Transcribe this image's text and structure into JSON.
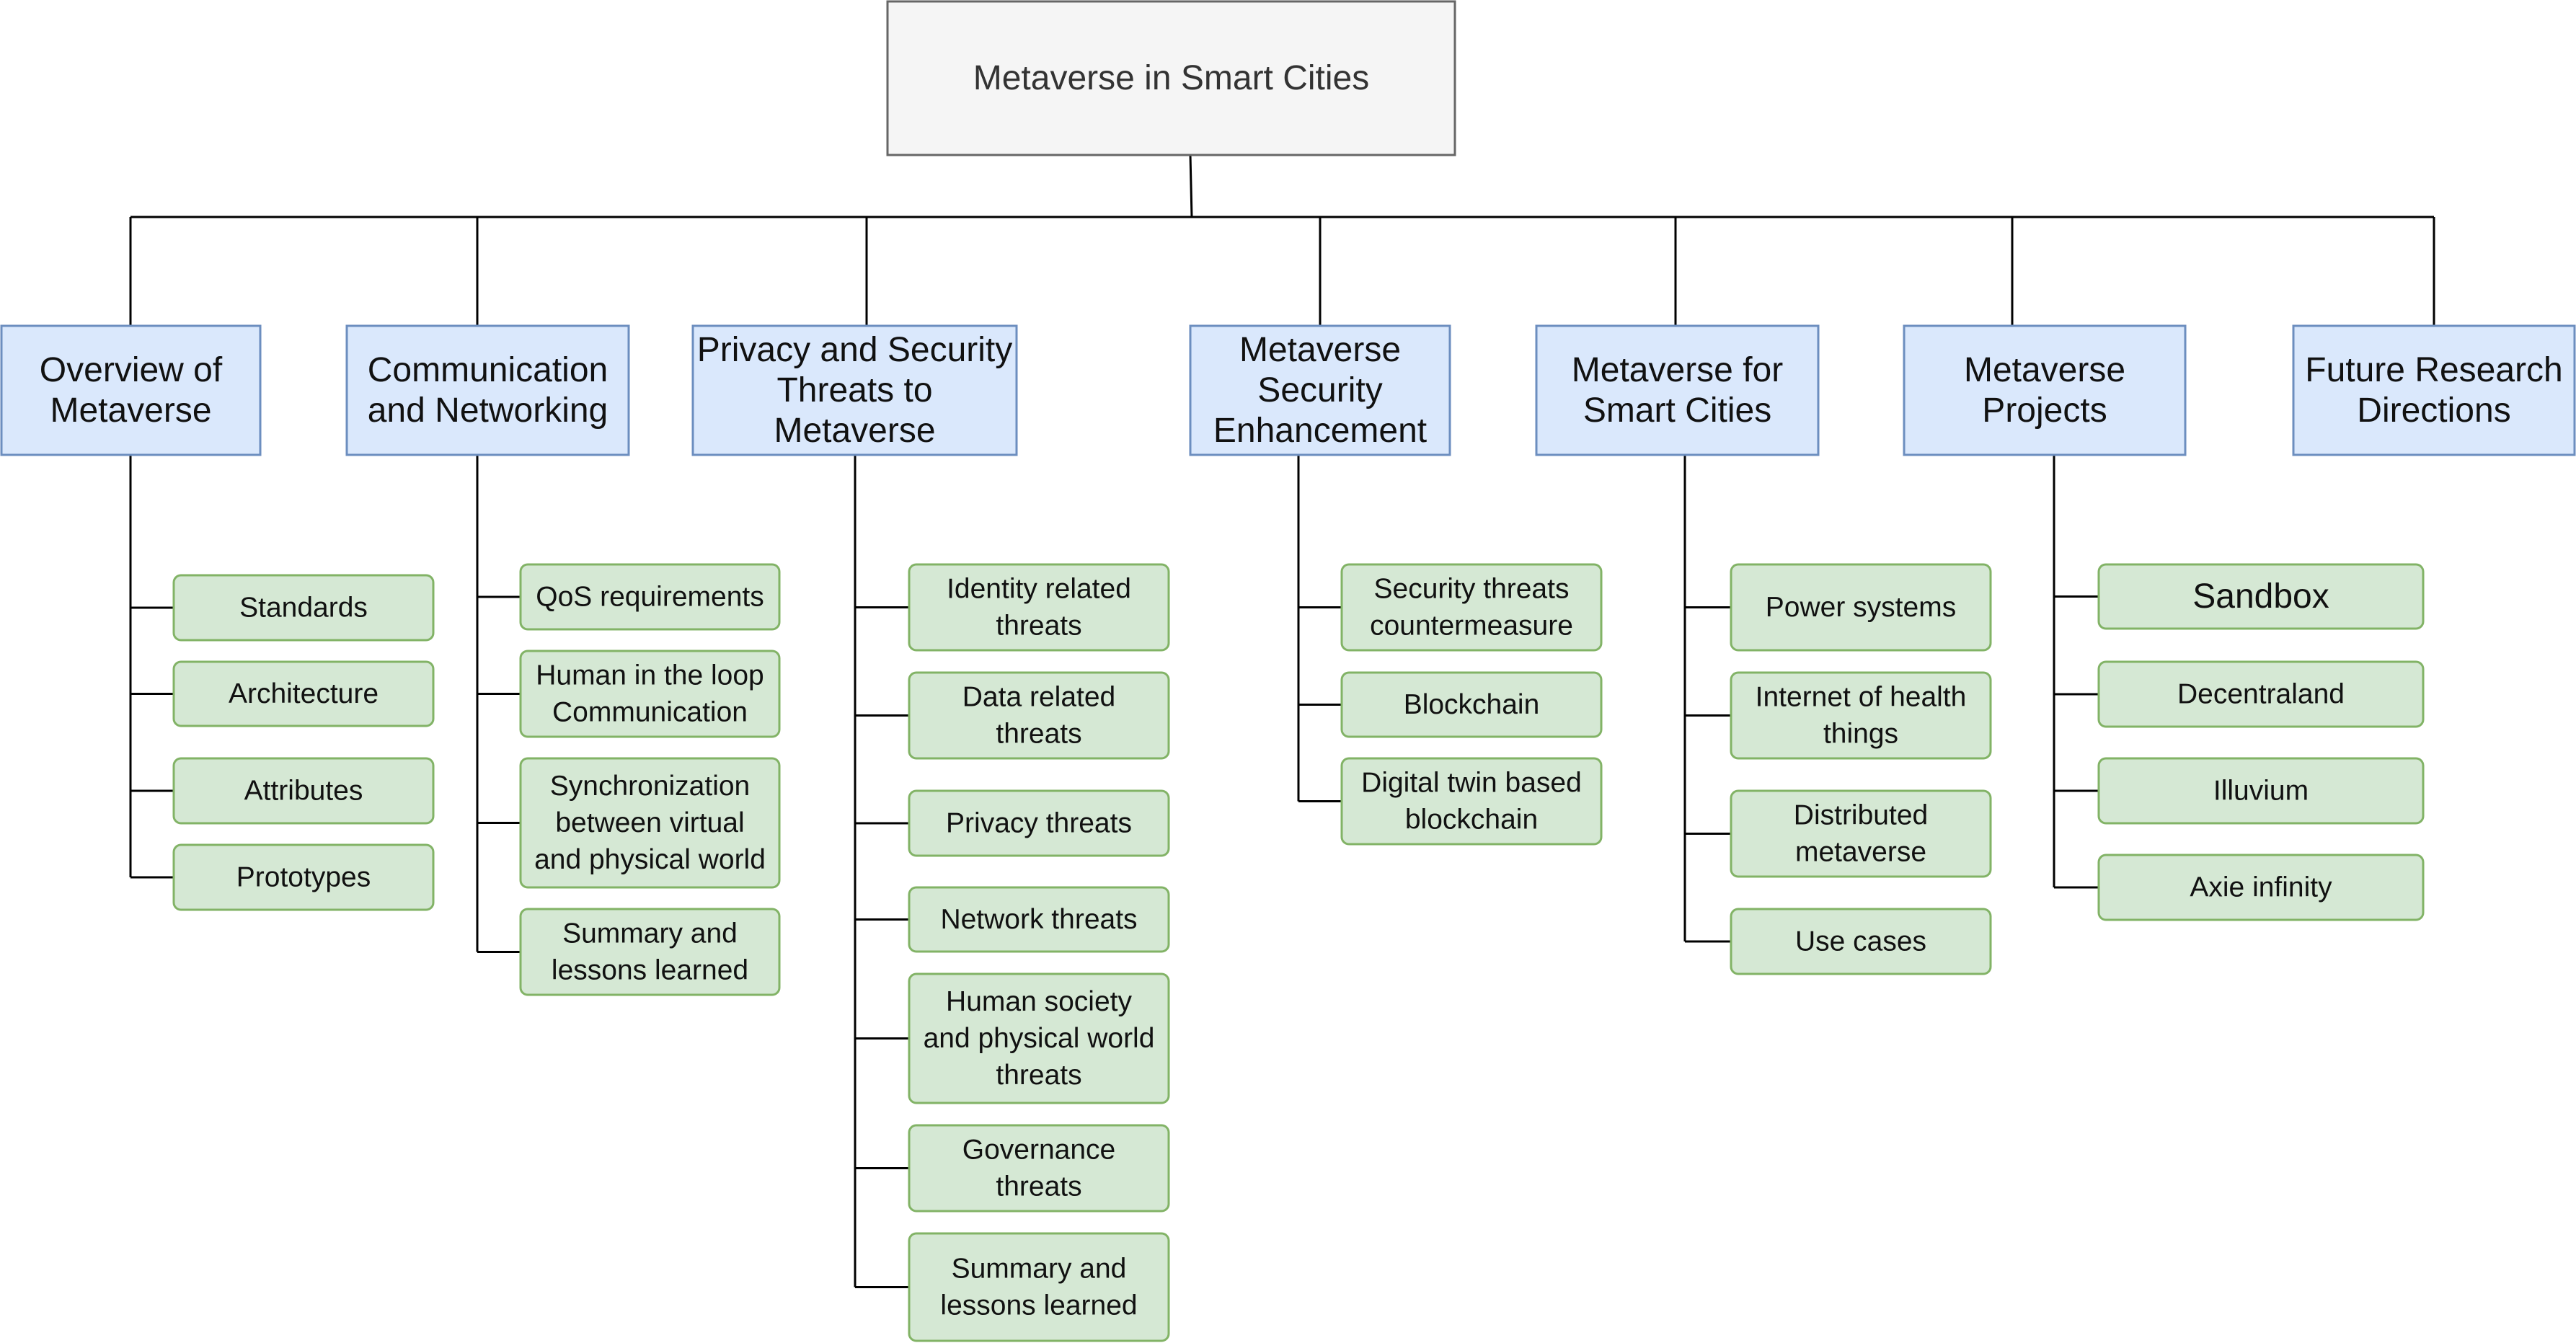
{
  "root": {
    "label": "Metaverse in Smart Cities"
  },
  "sections": [
    {
      "id": "overview",
      "label": [
        "Overview of",
        "Metaverse"
      ],
      "topics": [
        [
          "Standards"
        ],
        [
          "Architecture"
        ],
        [
          "Attributes"
        ],
        [
          "Prototypes"
        ]
      ]
    },
    {
      "id": "communication",
      "label": [
        "Communication",
        "and Networking"
      ],
      "topics": [
        [
          "QoS requirements"
        ],
        [
          "Human in the loop",
          "Communication"
        ],
        [
          "Synchronization",
          "between virtual",
          "and physical world"
        ],
        [
          "Summary and",
          "lessons learned"
        ]
      ]
    },
    {
      "id": "privacy-security",
      "label": [
        "Privacy and Security",
        "Threats to",
        "Metaverse"
      ],
      "topics": [
        [
          "Identity related",
          "threats"
        ],
        [
          "Data related",
          "threats"
        ],
        [
          "Privacy threats"
        ],
        [
          "Network threats"
        ],
        [
          "Human society",
          "and physical world",
          "threats"
        ],
        [
          "Governance",
          "threats"
        ],
        [
          "Summary and",
          "lessons learned"
        ]
      ]
    },
    {
      "id": "security-enhancement",
      "label": [
        "Metaverse",
        "Security",
        "Enhancement"
      ],
      "topics": [
        [
          "Security threats",
          "countermeasure"
        ],
        [
          "Blockchain"
        ],
        [
          "Digital twin based",
          "blockchain"
        ]
      ]
    },
    {
      "id": "smart-cities",
      "label": [
        "Metaverse for",
        "Smart Cities"
      ],
      "topics": [
        [
          "Power systems"
        ],
        [
          "Internet of health",
          "things"
        ],
        [
          "Distributed",
          "metaverse"
        ],
        [
          "Use cases"
        ]
      ]
    },
    {
      "id": "projects",
      "label": [
        "Metaverse",
        "Projects"
      ],
      "topics": [
        [
          "Sandbox"
        ],
        [
          "Decentraland"
        ],
        [
          "Illuvium"
        ],
        [
          "Axie infinity"
        ]
      ]
    },
    {
      "id": "future-research",
      "label": [
        "Future Research",
        "Directions"
      ],
      "topics": []
    }
  ]
}
